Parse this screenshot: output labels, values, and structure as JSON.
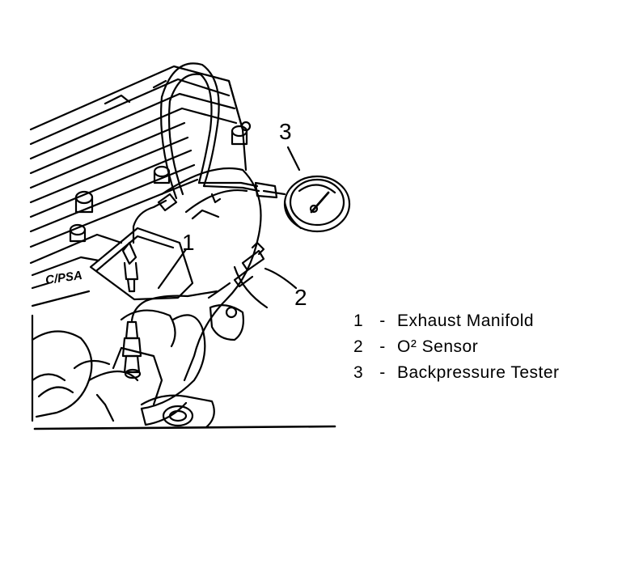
{
  "callouts": [
    "1",
    "2",
    "3"
  ],
  "legend": [
    {
      "number": "1",
      "separator": "-",
      "label": "Exhaust Manifold"
    },
    {
      "number": "2",
      "separator": "-",
      "label": "O² Sensor"
    },
    {
      "number": "3",
      "separator": "-",
      "label": "Backpressure Tester"
    }
  ],
  "engine_stamp": "C/PSA",
  "line_color": "#000000",
  "background_color": "#ffffff"
}
